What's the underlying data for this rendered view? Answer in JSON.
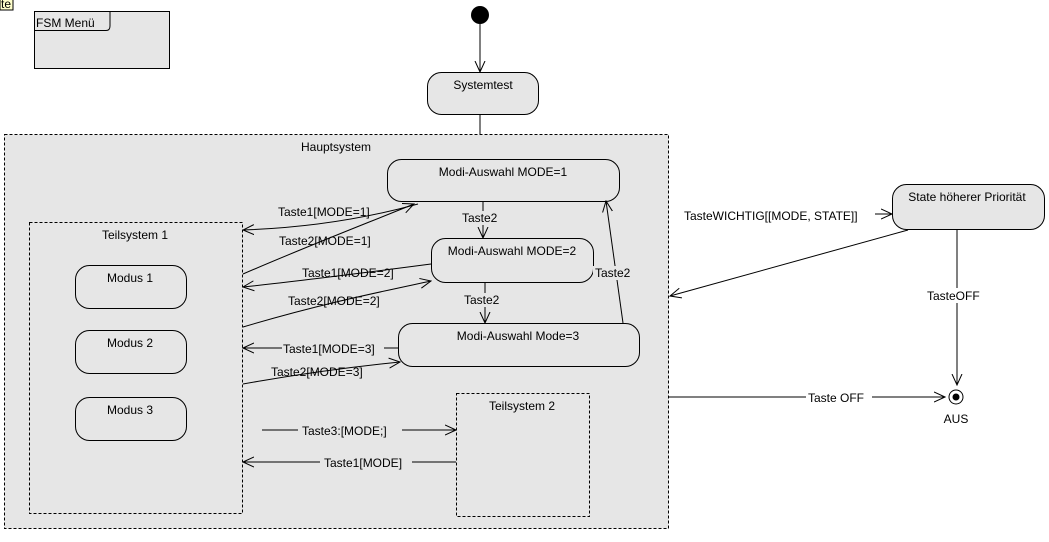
{
  "corner_tag": "te",
  "frame": {
    "label": "FSM Menü"
  },
  "regions": {
    "hauptsystem": "Hauptsystem",
    "teilsystem1": "Teilsystem 1",
    "teilsystem2": "Teilsystem 2"
  },
  "states": {
    "systemtest": "Systemtest",
    "modi1": "Modi-Auswahl MODE=1",
    "modi2": "Modi-Auswahl MODE=2",
    "modi3": "Modi-Auswahl Mode=3",
    "modus1": "Modus 1",
    "modus2": "Modus 2",
    "modus3": "Modus 3",
    "priority": "State höherer Priorität",
    "final": "AUS"
  },
  "transitions": {
    "t_taste1_mode1": "Taste1[MODE=1]",
    "t_taste2_mode1": "Taste2[MODE=1]",
    "t_taste1_mode2": "Taste1[MODE=2]",
    "t_taste2_mode2": "Taste2[MODE=2]",
    "t_taste1_mode3": "Taste1[MODE=3]",
    "t_taste2_mode3": "Taste2[MODE=3]",
    "t_taste3": "Taste3:[MODE;]",
    "t_taste1_mode": "Taste1[MODE]",
    "t_m1_m2": "Taste2",
    "t_m2_m3": "Taste2",
    "t_m3_m1": "Taste2",
    "t_wichtig": "TasteWICHTIG[[MODE, STATE]]",
    "t_off_right": "TasteOFF",
    "t_off_main": "Taste OFF"
  }
}
